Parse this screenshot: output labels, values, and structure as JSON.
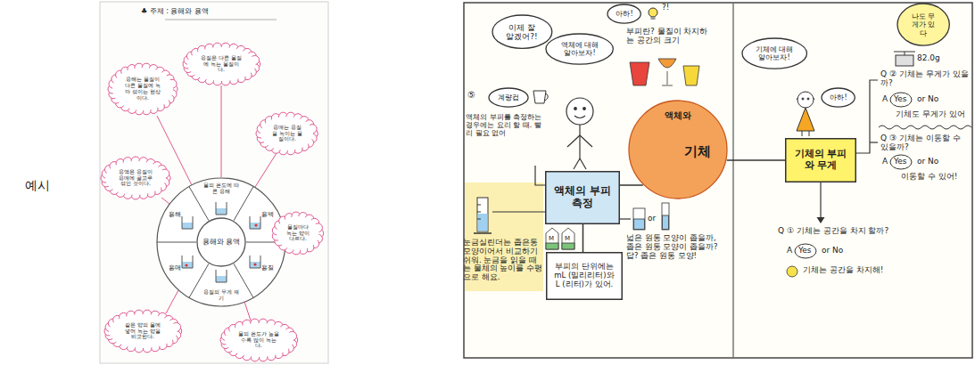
{
  "diagram": {
    "nodes": [
      {
        "text": [
          "용해와 용액"
        ]
      },
      {
        "text": [
          "용해는 물질이 다른 물질에 녹아 섞이는 현상이다."
        ]
      },
      {
        "text": [
          "용질은 다른 물질에 녹는 물질이다."
        ]
      },
      {
        "text": [
          "용매는 용질을 녹이는 물질이다."
        ]
      },
      {
        "text": [
          "용액은 용질이 용매에 골고루 섞인 것이다."
        ]
      },
      {
        "text": [
          "물질마다 녹는 양이 다르다."
        ]
      },
      {
        "text": [
          "같은 양의 물에 넣어 녹는 양을 비교한다."
        ]
      },
      {
        "text": [
          "물의 온도가 높을수록 많이 녹는다."
        ]
      },
      {
        "text": [
          "이제 잘 알겠어?!"
        ]
      },
      {
        "text": [
          "액체에 대해 알아보자!"
        ]
      },
      {
        "text": [
          "아하!"
        ]
      },
      {
        "text": [
          "계량컵"
        ]
      },
      {
        "text": [
          "액체의 부피 측정"
        ]
      },
      {
        "text": [
          "부피의 단위에는 mL (밀리리터)와 L (리터)가 있어."
        ]
      },
      {
        "text": [
          "액체와",
          "기체"
        ]
      },
      {
        "text": [
          "기체의 부피와 무게"
        ]
      },
      {
        "text": [
          "기체에 대해 알아보자!"
        ]
      },
      {
        "text": [
          "아하!"
        ]
      },
      {
        "text": [
          "나도 무게가 있다"
        ]
      }
    ],
    "edges": [
      {
        "from": 12,
        "to": 14,
        "arrow": "none"
      },
      {
        "from": 14,
        "to": 15,
        "arrow": "none"
      },
      {
        "from": 12,
        "to": 13,
        "arrow": "none"
      }
    ],
    "labels": [
      "예시",
      "♣ 주제 : 용해와 용액",
      "용질",
      "용매",
      "용해",
      "용액",
      "용질의 무게 재기",
      "물의 온도에 따른 용해",
      "부피란? 물질이 차지하는 공간의 크기",
      "?!",
      "⑤",
      "액체의 부피를 측정하는 경우에는 요리 할 때. 빨리 필요 없어",
      "눈금실린더는 좁은통 모양이어서 비교하기 쉬워. 눈금을 읽을 때는 물체의 높이를 수평으로 해요.",
      "M",
      "M",
      "or",
      "넓은 원통 모양이 좁을까, 좁은 원통 모양이 좁을까? 답? 좁은 원통 모양!",
      "82.0g",
      "Q ② 기체는 무게가 있을까?",
      "A",
      "Yes",
      "or No",
      "기체도 무게가 있어",
      "Q ③ 기체는 이동할 수 있을까?",
      "A",
      "Yes",
      "or No",
      "이동할 수 있어!",
      "Q ① 기체는 공간을 차지 할까?",
      "A",
      "Yes",
      "or No",
      "기체는 공간을 차지해!"
    ]
  }
}
